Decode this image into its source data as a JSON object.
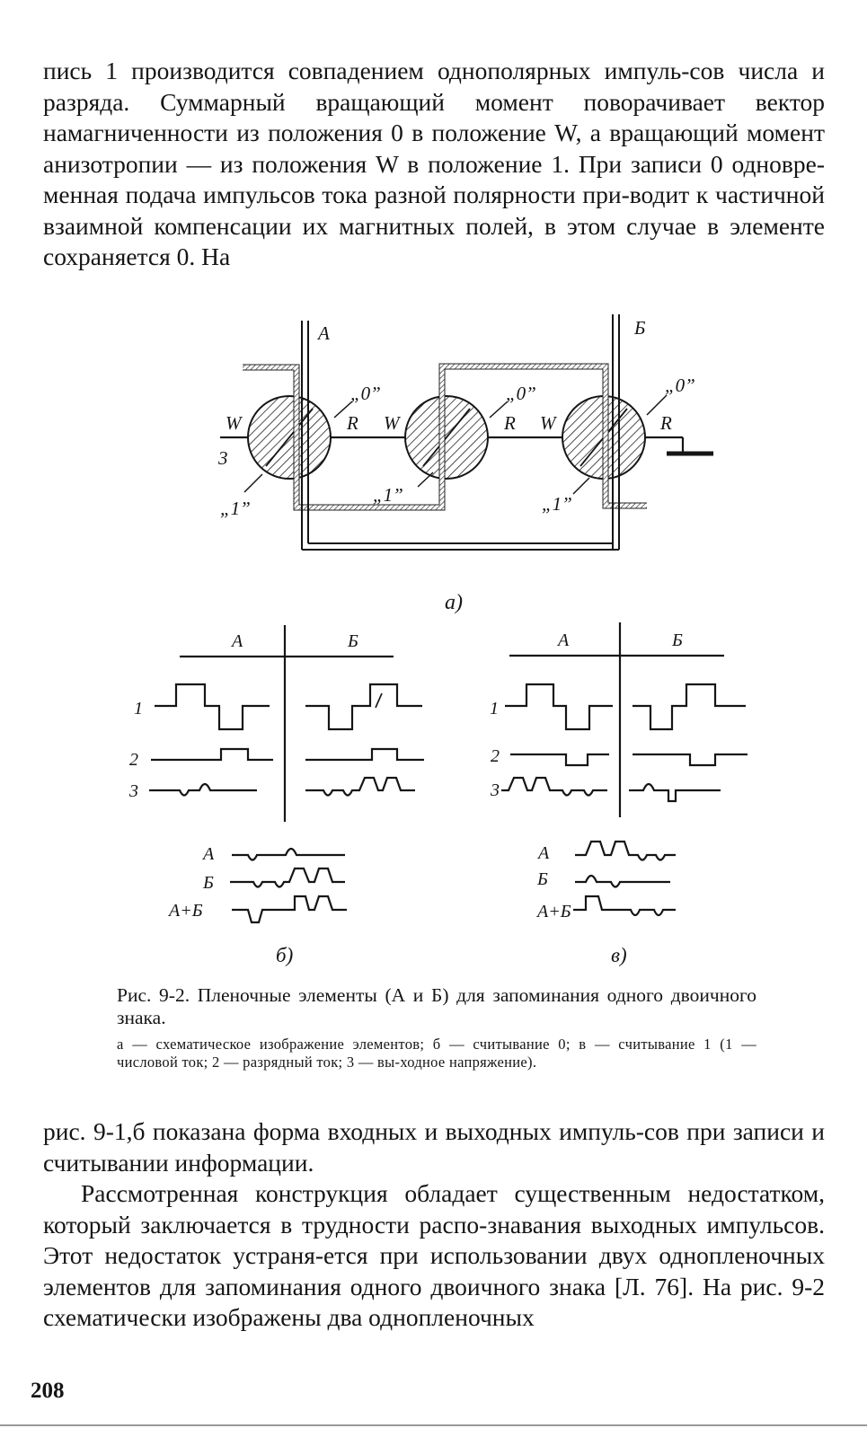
{
  "page": {
    "top_paragraph": "пись 1 производится совпадением однополярных импуль-сов числа и разряда. Суммарный вращающий момент поворачивает вектор намагниченности из положения 0 в положение W, а вращающий момент анизотропии — из положения W в положение 1. При записи 0 одновре-менная подача импульсов тока разной полярности при-водит к частичной взаимной компенсации их магнитных полей, в этом случае в элементе сохраняется 0. На",
    "bottom_paragraph_1": "рис. 9-1,б показана форма входных и выходных импуль-сов при записи и считывании информации.",
    "bottom_paragraph_2": "Рассмотренная конструкция обладает существенным недостатком, который заключается в трудности распо-знавания выходных импульсов. Этот недостаток устраня-ется при использовании двух однопленочных элементов для запоминания одного двоичного знака [Л. 76]. На рис. 9-2 схематически изображены два однопленочных",
    "page_number": "208"
  },
  "figure": {
    "caption_title": "Рис. 9-2. Пленочные элементы (А и Б) для запоминания одного двоичного знака.",
    "caption_note": "а — схематическое изображение элементов; б — считывание 0; в — считывание 1 (1 — числовой ток; 2 — разрядный ток; 3 — вы-ходное напряжение).",
    "panel_a": {
      "label": "а)",
      "wire_a": "А",
      "wire_b": "Б",
      "axis_w": "W",
      "axis_r": "R",
      "state_0": "„0”",
      "state_1": "„1”",
      "terminal_3": "3"
    },
    "panel_b": {
      "label": "б)",
      "col_a": "А",
      "col_b": "Б",
      "row_1": "1",
      "row_2": "2",
      "row_3": "3",
      "sum_a": "А",
      "sum_b": "Б",
      "sum_ab": "А+Б"
    },
    "panel_c": {
      "label": "в)",
      "col_a": "А",
      "col_b": "Б",
      "row_1": "1",
      "row_2": "2",
      "row_3": "3",
      "sum_a": "А",
      "sum_b": "Б",
      "sum_ab": "А+Б"
    }
  }
}
